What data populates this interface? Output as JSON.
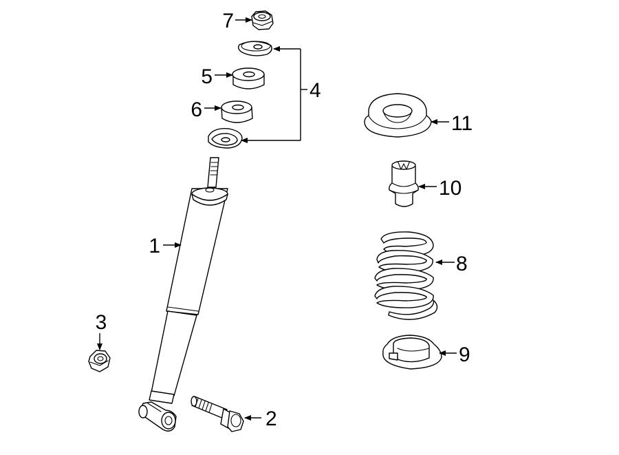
{
  "colors": {
    "line": "#000000",
    "background": "#ffffff"
  },
  "callouts": {
    "c1": "1",
    "c2": "2",
    "c3": "3",
    "c4": "4",
    "c5": "5",
    "c6": "6",
    "c7": "7",
    "c8": "8",
    "c9": "9",
    "c10": "10",
    "c11": "11"
  }
}
